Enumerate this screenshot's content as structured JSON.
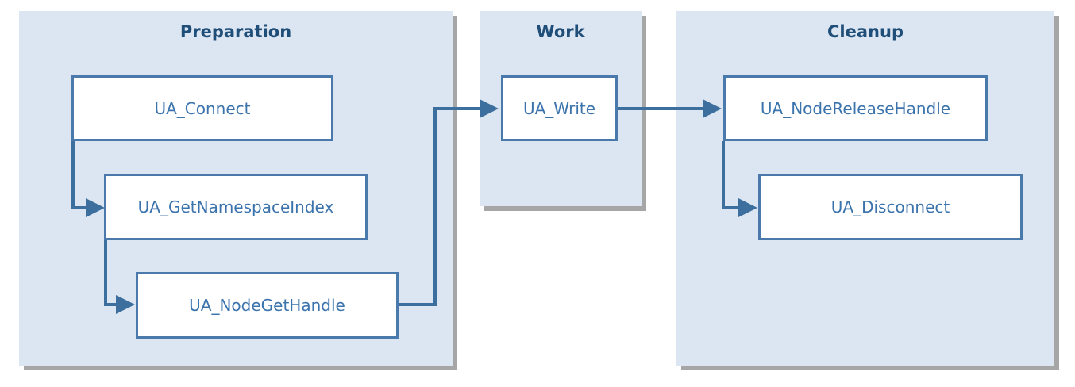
{
  "groups": {
    "preparation": {
      "title": "Preparation"
    },
    "work": {
      "title": "Work"
    },
    "cleanup": {
      "title": "Cleanup"
    }
  },
  "nodes": {
    "connect": "UA_Connect",
    "get_namespace_index": "UA_GetNamespaceIndex",
    "node_get_handle": "UA_NodeGetHandle",
    "write": "UA_Write",
    "node_release_handle": "UA_NodeReleaseHandle",
    "disconnect": "UA_Disconnect"
  },
  "colors": {
    "group_fill": "#dce6f2",
    "group_shadow": "#a6a6a6",
    "node_border": "#4a7aab",
    "node_text": "#3b73ad",
    "title_text": "#1f4e79",
    "connector": "#3d6f9e"
  }
}
